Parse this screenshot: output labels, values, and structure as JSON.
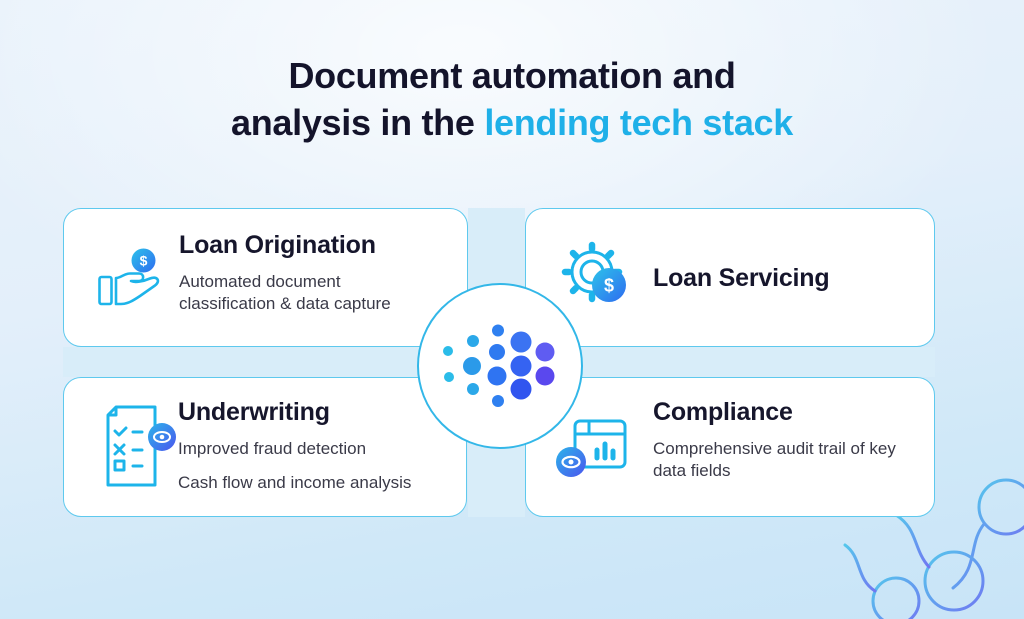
{
  "title": {
    "line1": "Document automation and",
    "line2_prefix": "analysis in the",
    "line2_highlight": "lending tech stack",
    "text_color": "#14142b",
    "highlight_color": "#1fb0e8"
  },
  "cards": {
    "loan_origination": {
      "title": "Loan Origination",
      "body": "Automated document classification & data capture",
      "icon": "hand-coin-dollar-icon"
    },
    "loan_servicing": {
      "title": "Loan Servicing",
      "icon": "gear-dollar-icon"
    },
    "underwriting": {
      "title": "Underwriting",
      "body_line1": "Improved fraud detection",
      "body_line2": "Cash flow and income analysis",
      "icon": "checklist-eye-icon"
    },
    "compliance": {
      "title": "Compliance",
      "body": "Comprehensive audit trail of key data fields",
      "icon": "window-chart-eye-icon"
    }
  },
  "glyphs": {
    "dollar": "$"
  },
  "colors": {
    "icon_stroke_cyan": "#1db4ea",
    "badge_gradient": [
      "#2cc2ea",
      "#2f6cf0"
    ],
    "eye_badge_gradient": [
      "#2cb4ea",
      "#4b55ee"
    ],
    "card_border": "#5ec9ee",
    "connector_band": "#d8edf9",
    "circle_border": "#33b7e8",
    "logo_dot_colors": [
      "#2bbce9",
      "#2b9ae9",
      "#2f7ef0",
      "#3565f2",
      "#5d54f0"
    ],
    "body_text": "#3a3a48"
  }
}
